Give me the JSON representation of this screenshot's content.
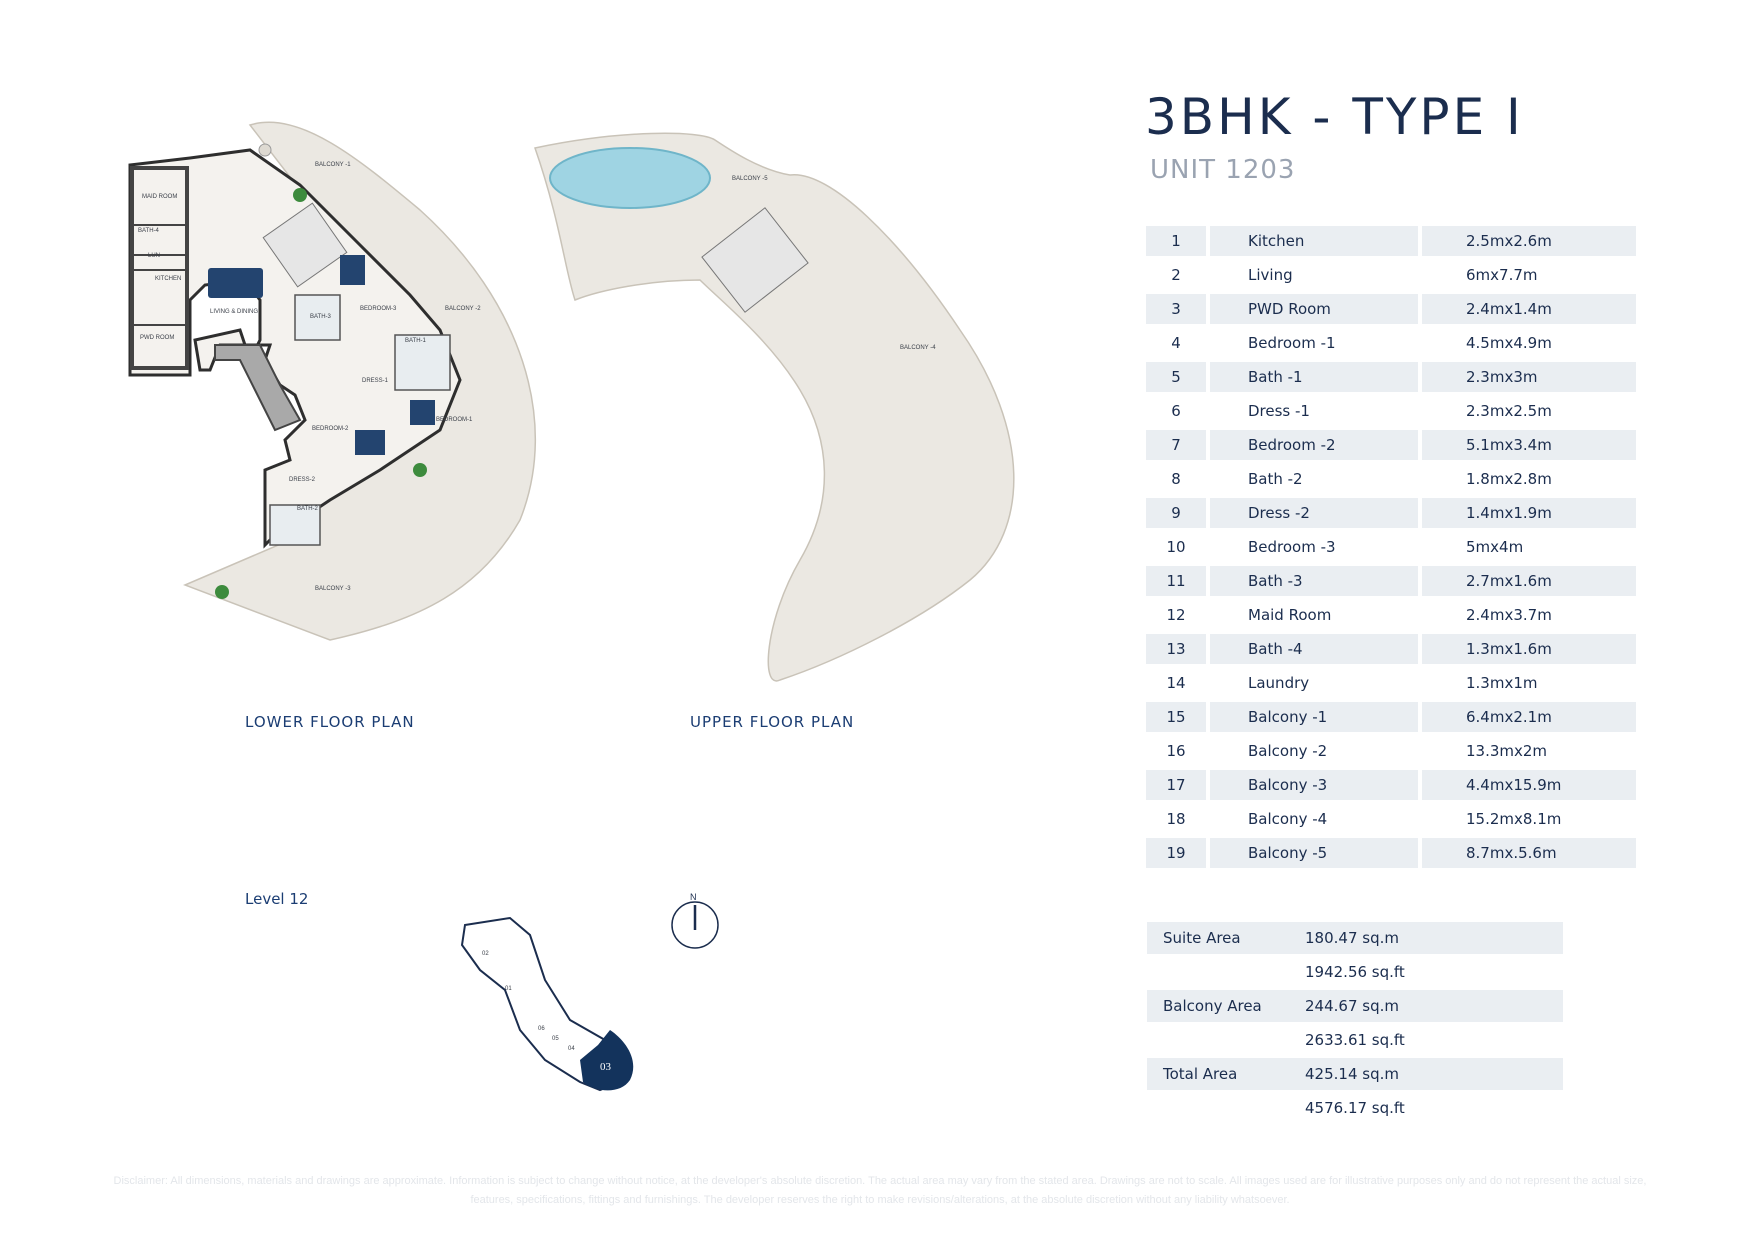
{
  "header": {
    "title": "3BHK - TYPE I",
    "unit": "UNIT 1203"
  },
  "rooms": [
    {
      "no": "1",
      "name": "Kitchen",
      "size": "2.5mx2.6m"
    },
    {
      "no": "2",
      "name": "Living",
      "size": "6mx7.7m"
    },
    {
      "no": "3",
      "name": "PWD Room",
      "size": "2.4mx1.4m"
    },
    {
      "no": "4",
      "name": "Bedroom -1",
      "size": "4.5mx4.9m"
    },
    {
      "no": "5",
      "name": "Bath -1",
      "size": "2.3mx3m"
    },
    {
      "no": "6",
      "name": "Dress -1",
      "size": "2.3mx2.5m"
    },
    {
      "no": "7",
      "name": "Bedroom -2",
      "size": "5.1mx3.4m"
    },
    {
      "no": "8",
      "name": "Bath -2",
      "size": "1.8mx2.8m"
    },
    {
      "no": "9",
      "name": "Dress -2",
      "size": "1.4mx1.9m"
    },
    {
      "no": "10",
      "name": "Bedroom -3",
      "size": "5mx4m"
    },
    {
      "no": "11",
      "name": "Bath -3",
      "size": "2.7mx1.6m"
    },
    {
      "no": "12",
      "name": "Maid Room",
      "size": "2.4mx3.7m"
    },
    {
      "no": "13",
      "name": "Bath -4",
      "size": "1.3mx1.6m"
    },
    {
      "no": "14",
      "name": "Laundry",
      "size": "1.3mx1m"
    },
    {
      "no": "15",
      "name": "Balcony -1",
      "size": "6.4mx2.1m"
    },
    {
      "no": "16",
      "name": "Balcony -2",
      "size": "13.3mx2m"
    },
    {
      "no": "17",
      "name": "Balcony -3",
      "size": "4.4mx15.9m"
    },
    {
      "no": "18",
      "name": "Balcony -4",
      "size": "15.2mx8.1m"
    },
    {
      "no": "19",
      "name": "Balcony -5",
      "size": "8.7mx.5.6m"
    }
  ],
  "areas": [
    {
      "label": "Suite Area",
      "value": "180.47 sq.m"
    },
    {
      "label": "",
      "value": "1942.56 sq.ft"
    },
    {
      "label": "Balcony Area",
      "value": "244.67 sq.m"
    },
    {
      "label": "",
      "value": "2633.61 sq.ft"
    },
    {
      "label": "Total Area",
      "value": "425.14 sq.m"
    },
    {
      "label": "",
      "value": "4576.17 sq.ft"
    }
  ],
  "plans": {
    "lower_label": "LOWER FLOOR PLAN",
    "upper_label": "UPPER FLOOR PLAN",
    "level": "Level  12",
    "north": "N",
    "lower_rooms": {
      "balcony1": "BALCONY -1",
      "balcony2": "BALCONY -2",
      "balcony3": "BALCONY -3",
      "maid": "MAID ROOM",
      "bath4": "BATH-4",
      "lun": "LUN",
      "kitchen": "KITCHEN",
      "pwd": "PWD ROOM",
      "living": "LIVING & DINING",
      "bath3": "BATH-3",
      "bedroom3": "BEDROOM-3",
      "bath1": "BATH-1",
      "dress1": "DRESS-1",
      "bedroom2": "BEDROOM-2",
      "bedroom1": "BEDROOM-1",
      "dress2": "DRESS-2",
      "bath2": "BATH-2"
    },
    "upper_rooms": {
      "balcony5": "BALCONY -5",
      "balcony4": "BALCONY -4"
    },
    "keyplan_units": [
      "02",
      "01",
      "06",
      "05",
      "04",
      "03"
    ]
  },
  "disclaimer": "Disclaimer: All dimensions, materials and drawings are approximate. Information is subject to change without notice, at the developer's absolute discretion. The actual area may vary from the stated area. Drawings are not to scale. All images used are for illustrative purposes only and do not represent the actual size, features, specifications, fittings and furnishings. The developer reserves the right to make revisions/alterations, at the absolute discretion without any liability whatsoever.",
  "colors": {
    "navy": "#1b2d4e",
    "grey_row": "#eaeef2",
    "floor": "#ebe8e2",
    "pool": "#9fd4e3",
    "accent_unit": "#13335c"
  }
}
